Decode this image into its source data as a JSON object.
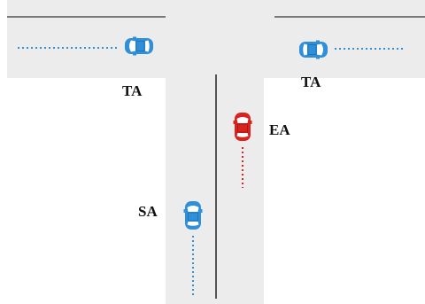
{
  "colors": {
    "background": "#ffffff",
    "road": "#ececec",
    "road_edge": "#7a7a7a",
    "center_line": "#555555",
    "ego_vehicle": "#d8231f",
    "other_vehicle": "#2f8fd8"
  },
  "labels": {
    "target_left": "TA",
    "target_right": "TA",
    "ego": "EA",
    "side": "SA"
  },
  "vehicles": [
    {
      "id": "target_left",
      "icon": "car-top-view-icon",
      "heading": "left"
    },
    {
      "id": "target_right",
      "icon": "car-top-view-icon",
      "heading": "right"
    },
    {
      "id": "ego",
      "icon": "car-top-view-icon",
      "heading": "up"
    },
    {
      "id": "side",
      "icon": "car-top-view-icon",
      "heading": "up"
    }
  ]
}
